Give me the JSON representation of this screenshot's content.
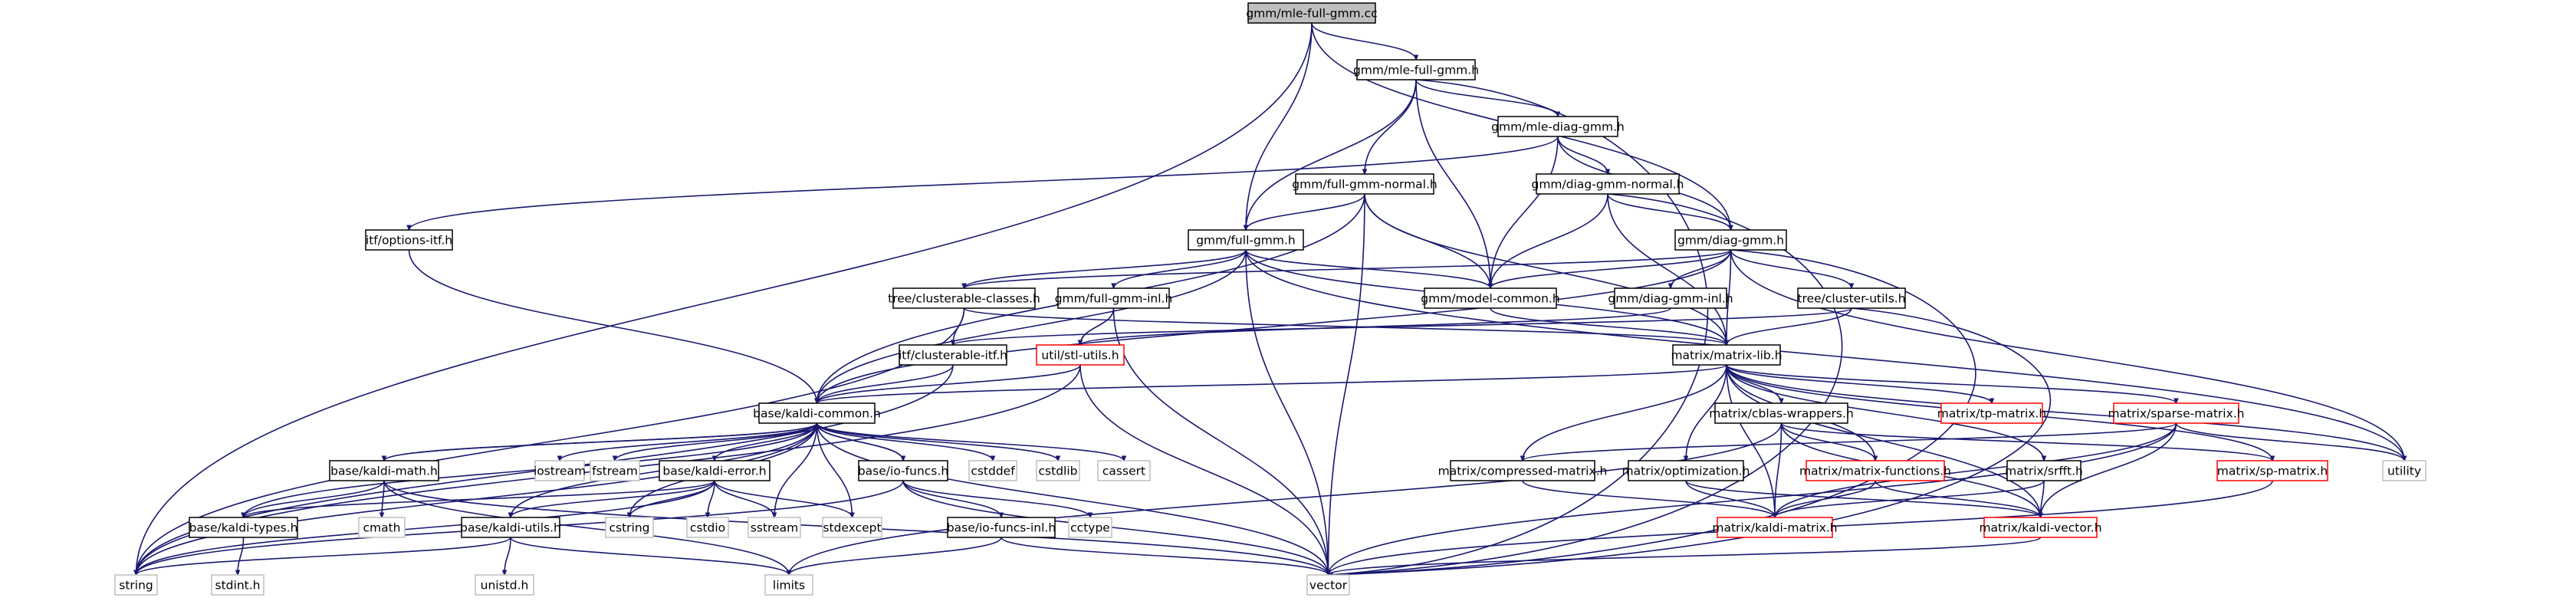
{
  "colors": {
    "edge": "#191970",
    "root_fill": "#bfbfbf",
    "root_border": "#000000",
    "node_border": "#000000",
    "external_border": "#bfbfbf",
    "external_text": "#000000",
    "incomplete_border": "#ff0000",
    "incomplete_text": "#ff0000"
  },
  "nodes": {
    "gmm_mle_full_gmm_cc": "gmm/mle-full-gmm.cc",
    "gmm_mle_full_gmm_h": "gmm/mle-full-gmm.h",
    "gmm_mle_diag_gmm_h": "gmm/mle-diag-gmm.h",
    "gmm_full_gmm_normal_h": "gmm/full-gmm-normal.h",
    "gmm_diag_gmm_normal_h": "gmm/diag-gmm-normal.h",
    "itf_options_itf_h": "itf/options-itf.h",
    "gmm_full_gmm_h": "gmm/full-gmm.h",
    "gmm_diag_gmm_h": "gmm/diag-gmm.h",
    "tree_clusterable_classes_h": "tree/clusterable-classes.h",
    "gmm_full_gmm_inl_h": "gmm/full-gmm-inl.h",
    "gmm_model_common_h": "gmm/model-common.h",
    "gmm_diag_gmm_inl_h": "gmm/diag-gmm-inl.h",
    "tree_cluster_utils_h": "tree/cluster-utils.h",
    "itf_clusterable_itf_h": "itf/clusterable-itf.h",
    "util_stl_utils_h": "util/stl-utils.h",
    "matrix_matrix_lib_h": "matrix/matrix-lib.h",
    "base_kaldi_common_h": "base/kaldi-common.h",
    "matrix_cblas_wrappers_h": "matrix/cblas-wrappers.h",
    "matrix_tp_matrix_h": "matrix/tp-matrix.h",
    "matrix_sparse_matrix_h": "matrix/sparse-matrix.h",
    "base_kaldi_math_h": "base/kaldi-math.h",
    "iostream": "iostream",
    "fstream": "fstream",
    "base_kaldi_error_h": "base/kaldi-error.h",
    "base_io_funcs_h": "base/io-funcs.h",
    "cstddef": "cstddef",
    "cstdlib": "cstdlib",
    "cassert": "cassert",
    "matrix_compressed_matrix_h": "matrix/compressed-matrix.h",
    "matrix_optimization_h": "matrix/optimization.h",
    "matrix_matrix_functions_h": "matrix/matrix-functions.h",
    "matrix_srfft_h": "matrix/srfft.h",
    "matrix_sp_matrix_h": "matrix/sp-matrix.h",
    "utility": "utility",
    "base_kaldi_types_h": "base/kaldi-types.h",
    "cmath": "cmath",
    "base_kaldi_utils_h": "base/kaldi-utils.h",
    "cstring": "cstring",
    "cstdio": "cstdio",
    "sstream": "sstream",
    "stdexcept": "stdexcept",
    "base_io_funcs_inl_h": "base/io-funcs-inl.h",
    "cctype": "cctype",
    "matrix_kaldi_matrix_h": "matrix/kaldi-matrix.h",
    "matrix_kaldi_vector_h": "matrix/kaldi-vector.h",
    "string": "string",
    "stdint_h": "stdint.h",
    "unistd_h": "unistd.h",
    "limits": "limits",
    "vector": "vector"
  }
}
